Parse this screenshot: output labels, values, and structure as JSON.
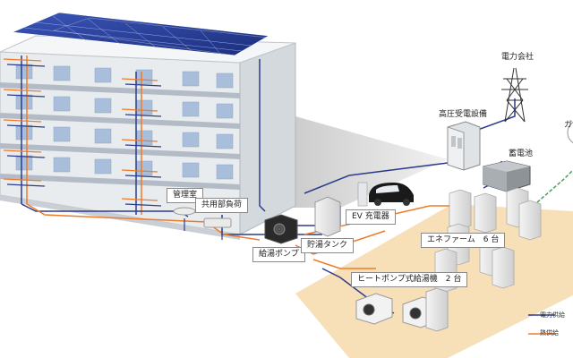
{
  "labels": {
    "power_company": "電力会社",
    "high_voltage": "高圧受電設備",
    "battery": "蓄電池",
    "management": "管理室",
    "common_load": "共用部負荷",
    "ev_charger": "EV 充電器",
    "hot_water_pump": "給湯ポンプ",
    "storage_tank": "貯湯タンク",
    "enefarm": "エネファーム　6 台",
    "heat_pump": "ヒートポンプ式給湯機　2 台",
    "gas_partial": "ガ"
  },
  "legend": {
    "power": "電力供給",
    "heat": "熱供給"
  },
  "colors": {
    "power_line": "#2b3c8c",
    "heat_line": "#ee7b2a",
    "gas_line": "#4aa05a",
    "platform": "#f7dfb8"
  },
  "icons": [
    "solar-panel-icon",
    "power-tower-icon",
    "battery-icon",
    "ev-car-icon",
    "heat-pump-unit-icon",
    "fuel-cell-unit-icon"
  ]
}
